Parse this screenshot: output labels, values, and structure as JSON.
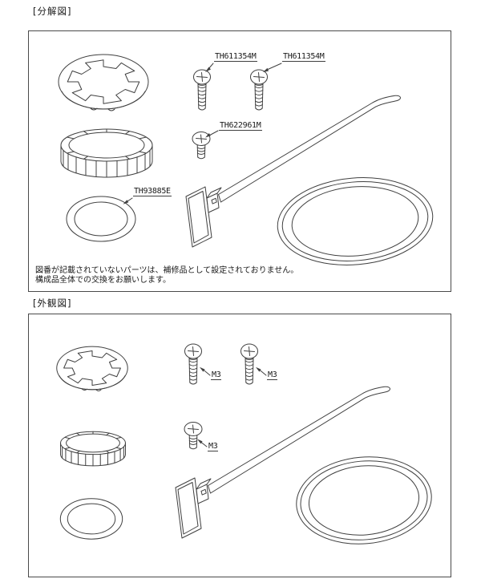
{
  "colors": {
    "background": "#ffffff",
    "line": "#404040",
    "text": "#1a1a1a",
    "box_border": "#4a4a4a"
  },
  "sections": [
    {
      "title": "[分解図]",
      "labels": {
        "screw1": "TH611354M",
        "screw2": "TH611354M",
        "screw3": "TH622961M",
        "oring": "TH93885E"
      },
      "note": {
        "line1": "図番が記載されていないパーツは、補修品として設定されておりません。",
        "line2": "構成品全体での交換をお願いします。"
      },
      "parts": [
        "lock-ring",
        "ribbed-ring",
        "o-ring",
        "screw",
        "screw",
        "screw-short",
        "lever-with-tag",
        "large-ring"
      ]
    },
    {
      "title": "[外観図]",
      "labels": {
        "screw1": "M3",
        "screw2": "M3",
        "screw3": "M3"
      },
      "parts": [
        "lock-ring",
        "ribbed-ring",
        "o-ring",
        "screw",
        "screw",
        "screw-short",
        "lever-with-tag",
        "large-ring"
      ]
    }
  ]
}
